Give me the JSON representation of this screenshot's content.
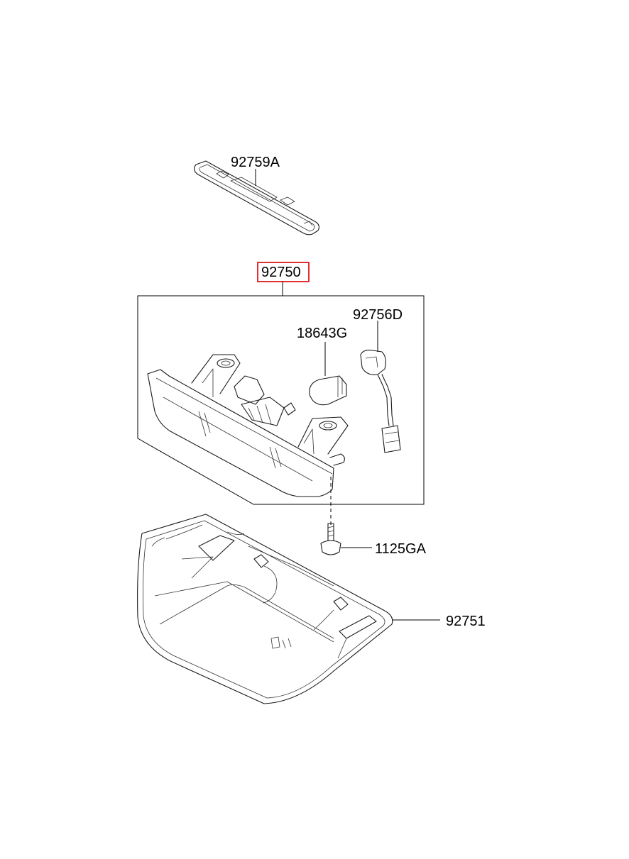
{
  "parts": {
    "p92759A": "92759A",
    "p92750": "92750",
    "p92756D": "92756D",
    "p18643G": "18643G",
    "p1125GA": "1125GA",
    "p92751": "92751"
  },
  "highlight": {
    "part": "92750",
    "color": "#e03030"
  }
}
